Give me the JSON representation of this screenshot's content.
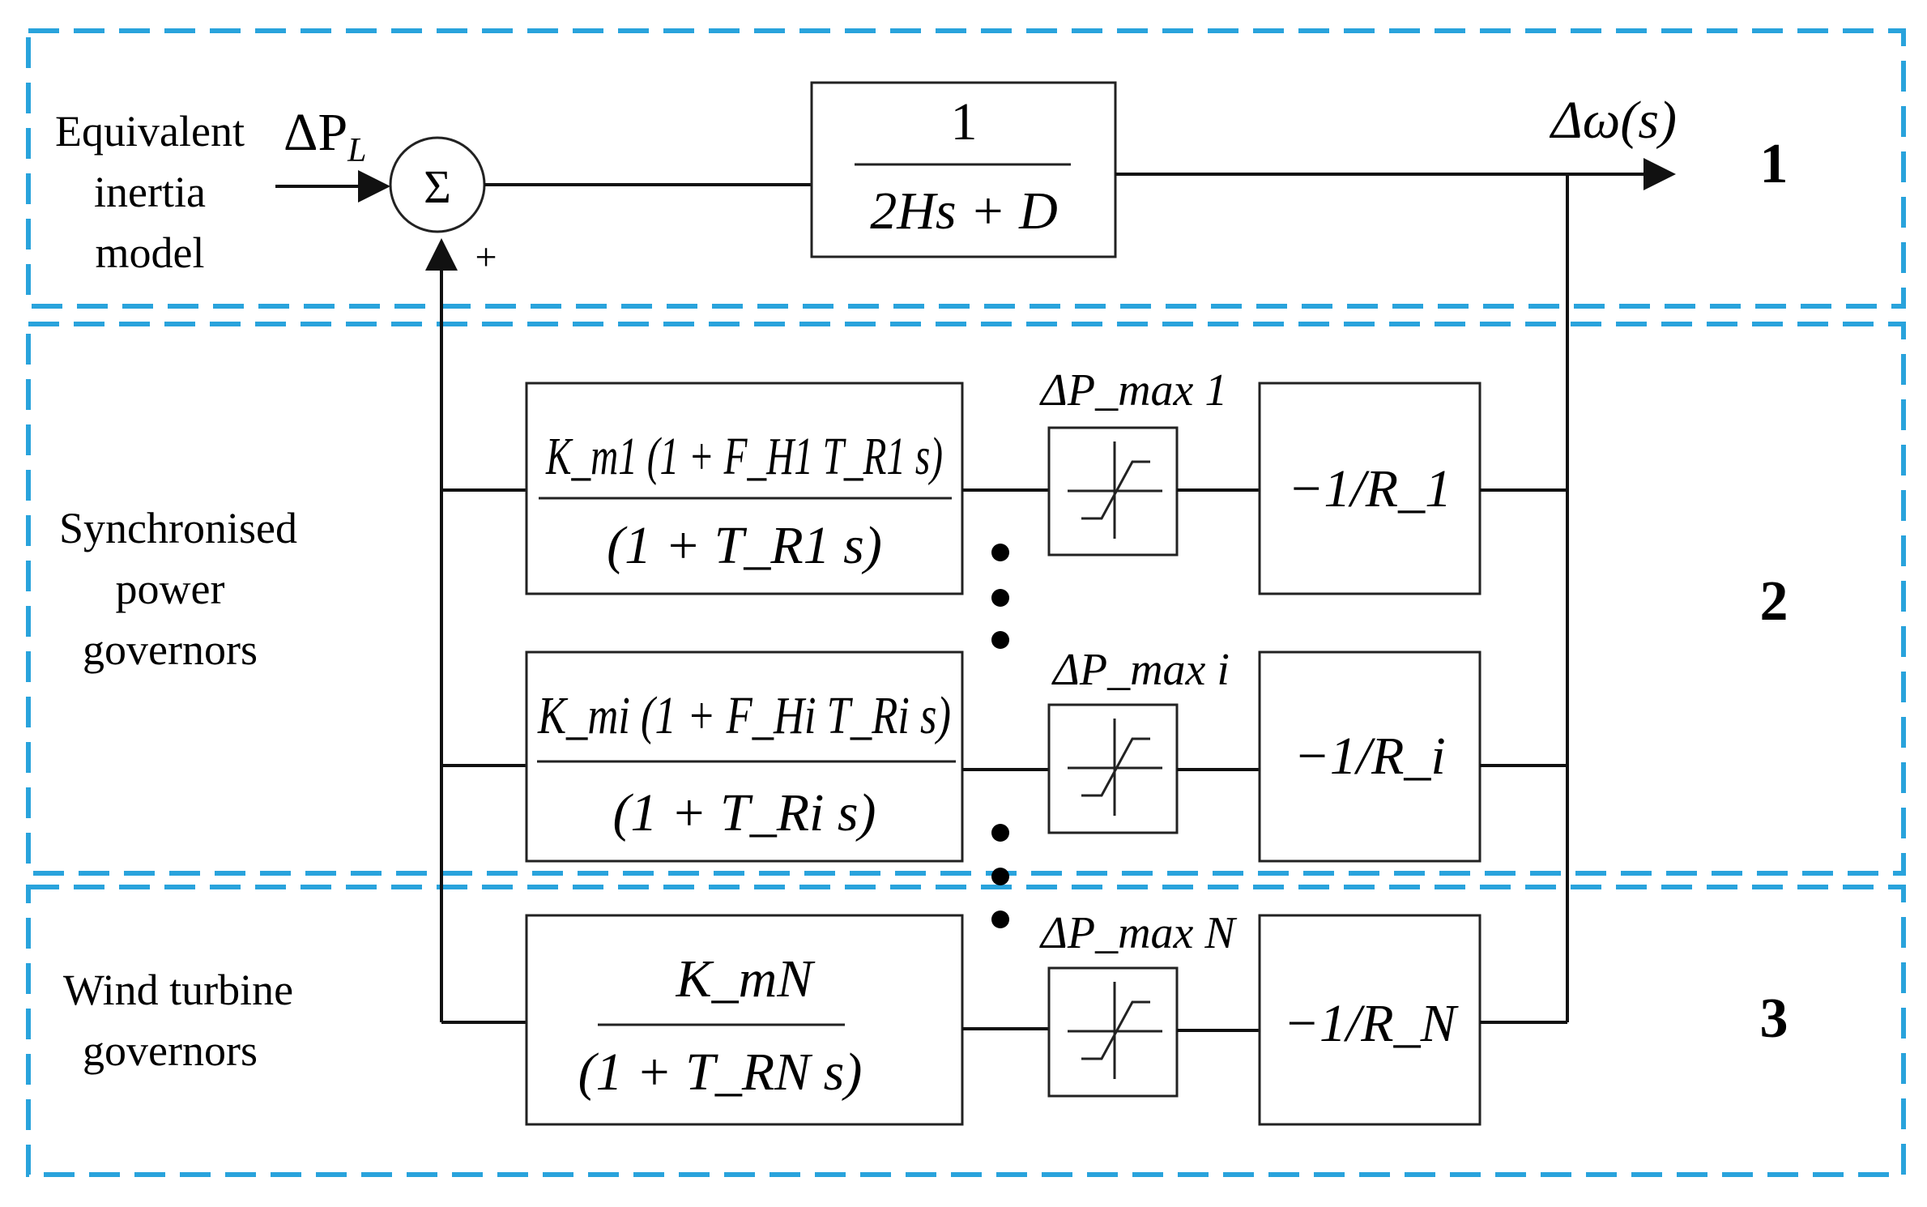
{
  "regions": [
    {
      "number": "1",
      "label_lines": [
        "Equivalent",
        "inertia",
        "model"
      ]
    },
    {
      "number": "2",
      "label_lines": [
        "Synchronised",
        "power",
        "governors"
      ]
    },
    {
      "number": "3",
      "label_lines": [
        "Wind turbine",
        "governors"
      ]
    }
  ],
  "signals": {
    "input_symbol": "ΔP",
    "input_sub": "L",
    "output": "Δω(s)",
    "sum_symbol": "Σ",
    "plus_sign": "+"
  },
  "inertia_block": {
    "numerator": "1",
    "denominator": "2Hs + D"
  },
  "branches": [
    {
      "id": "1",
      "governor_num": "K_m1 (1 + F_H1 T_R1 s)",
      "governor_den": "(1 + T_R1 s)",
      "limit": "ΔP_max 1",
      "droop": "−1/R_1"
    },
    {
      "id": "i",
      "governor_num": "K_mi (1 + F_Hi T_Ri s)",
      "governor_den": "(1 + T_Ri s)",
      "limit": "ΔP_max i",
      "droop": "−1/R_i"
    },
    {
      "id": "N",
      "governor_num": "K_mN",
      "governor_den": "(1 + T_RN s)",
      "limit": "ΔP_max N",
      "droop": "−1/R_N"
    }
  ],
  "colors": {
    "region_border": "#29a3dc",
    "lines": "#111111"
  }
}
